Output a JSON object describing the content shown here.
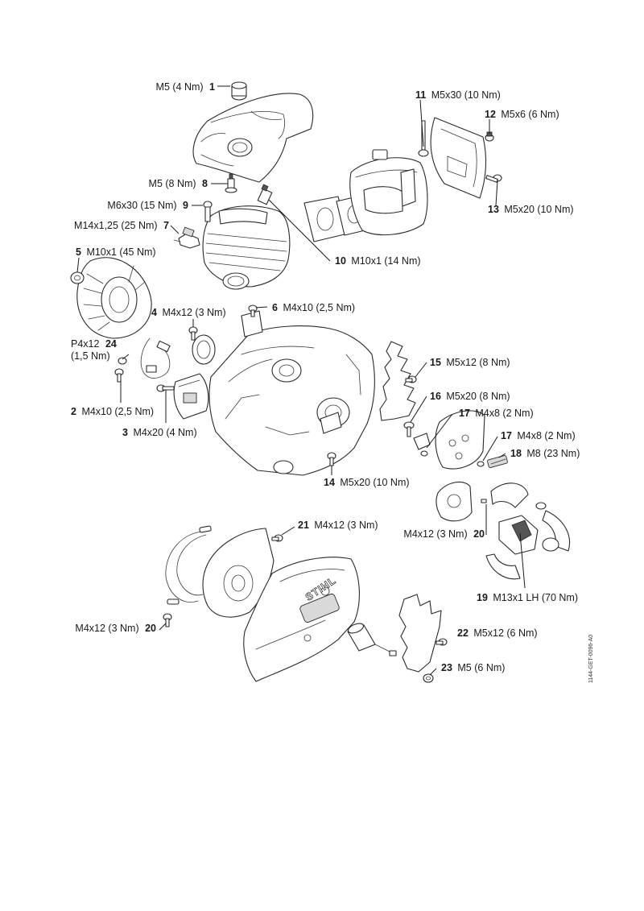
{
  "callouts": [
    {
      "id": "c1",
      "number": "1",
      "spec": "M5 (4 Nm)"
    },
    {
      "id": "c11",
      "number": "11",
      "spec": "M5x30 (10 Nm)"
    },
    {
      "id": "c12",
      "number": "12",
      "spec": "M5x6 (6 Nm)"
    },
    {
      "id": "c8",
      "number": "8",
      "spec": "M5 (8 Nm)"
    },
    {
      "id": "c9",
      "number": "9",
      "spec": "M6x30 (15 Nm)"
    },
    {
      "id": "c13",
      "number": "13",
      "spec": "M5x20 (10 Nm)"
    },
    {
      "id": "c7",
      "number": "7",
      "spec": "M14x1,25 (25 Nm)"
    },
    {
      "id": "c5",
      "number": "5",
      "spec": "M10x1 (45 Nm)"
    },
    {
      "id": "c10",
      "number": "10",
      "spec": "M10x1 (14 Nm)"
    },
    {
      "id": "c6",
      "number": "6",
      "spec": "M4x10 (2,5 Nm)"
    },
    {
      "id": "c4",
      "number": "4",
      "spec": "M4x12 (3 Nm)"
    },
    {
      "id": "c24",
      "number": "24",
      "spec_line1": "P4x12",
      "spec_line2": "(1,5 Nm)"
    },
    {
      "id": "c15",
      "number": "15",
      "spec": "M5x12 (8 Nm)"
    },
    {
      "id": "c16",
      "number": "16",
      "spec": "M5x20 (8 Nm)"
    },
    {
      "id": "c2",
      "number": "2",
      "spec": "M4x10 (2,5 Nm)"
    },
    {
      "id": "c17a",
      "number": "17",
      "spec": "M4x8 (2 Nm)"
    },
    {
      "id": "c3",
      "number": "3",
      "spec": "M4x20 (4 Nm)"
    },
    {
      "id": "c17b",
      "number": "17",
      "spec": "M4x8 (2 Nm)"
    },
    {
      "id": "c18",
      "number": "18",
      "spec": "M8 (23 Nm)"
    },
    {
      "id": "c14",
      "number": "14",
      "spec": "M5x20 (10 Nm)"
    },
    {
      "id": "c21",
      "number": "21",
      "spec": "M4x12 (3 Nm)"
    },
    {
      "id": "c20a",
      "number": "20",
      "spec": "M4x12 (3 Nm)"
    },
    {
      "id": "c19",
      "number": "19",
      "spec": "M13x1 LH (70 Nm)"
    },
    {
      "id": "c22",
      "number": "22",
      "spec": "M5x12 (6 Nm)"
    },
    {
      "id": "c20b",
      "number": "20",
      "spec": "M4x12 (3 Nm)"
    },
    {
      "id": "c23",
      "number": "23",
      "spec": "M5 (6 Nm)"
    }
  ],
  "brand_mark": "STIHL",
  "document_code": "1144-GET-0096-A0"
}
